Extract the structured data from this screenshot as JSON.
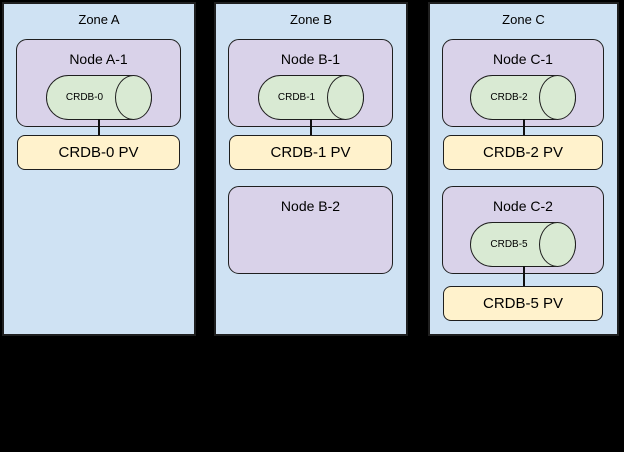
{
  "colors": {
    "background": "#000000",
    "zone_fill": "#cfe2f3",
    "node_fill": "#d9d2e9",
    "db_fill": "#d9ead3",
    "pv_fill": "#fff2cc",
    "border": "#1f1f1f"
  },
  "zones": [
    {
      "label": "Zone A",
      "nodes": [
        {
          "label": "Node A-1",
          "db": "CRDB-0",
          "pv": "CRDB-0 PV"
        }
      ]
    },
    {
      "label": "Zone B",
      "nodes": [
        {
          "label": "Node B-1",
          "db": "CRDB-1",
          "pv": "CRDB-1 PV"
        },
        {
          "label": "Node B-2"
        }
      ]
    },
    {
      "label": "Zone C",
      "nodes": [
        {
          "label": "Node C-1",
          "db": "CRDB-2",
          "pv": "CRDB-2 PV"
        },
        {
          "label": "Node C-2",
          "db": "CRDB-5",
          "pv": "CRDB-5 PV"
        }
      ]
    }
  ]
}
